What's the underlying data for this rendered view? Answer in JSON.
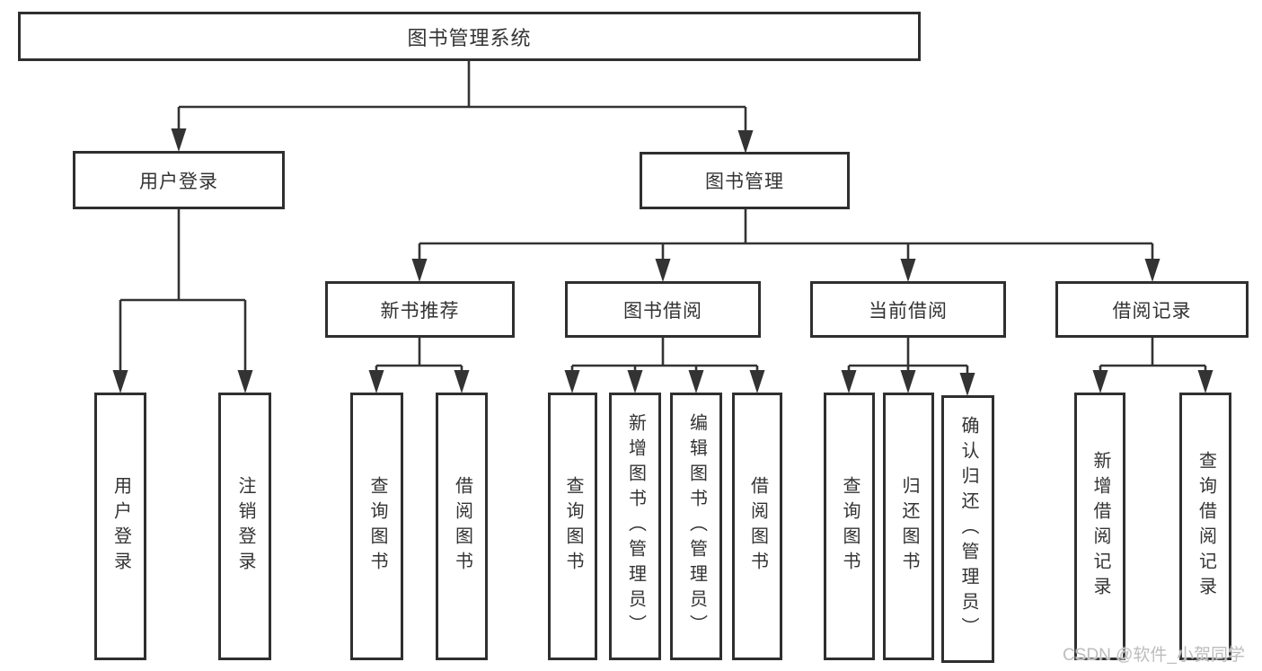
{
  "diagram": {
    "root": {
      "label": "图书管理系统"
    },
    "branches": [
      {
        "label": "用户登录",
        "children": [
          {
            "label": "用户登录"
          },
          {
            "label": "注销登录"
          }
        ]
      },
      {
        "label": "图书管理",
        "children": [
          {
            "label": "新书推荐",
            "children": [
              {
                "label": "查询图书"
              },
              {
                "label": "借阅图书"
              }
            ]
          },
          {
            "label": "图书借阅",
            "children": [
              {
                "label": "查询图书"
              },
              {
                "label": "新增图书（管理员）"
              },
              {
                "label": "编辑图书（管理员）"
              },
              {
                "label": "借阅图书"
              }
            ]
          },
          {
            "label": "当前借阅",
            "children": [
              {
                "label": "查询图书"
              },
              {
                "label": "归还图书"
              },
              {
                "label": "确认归还（管理员）"
              }
            ]
          },
          {
            "label": "借阅记录",
            "children": [
              {
                "label": "新增借阅记录"
              },
              {
                "label": "查询借阅记录"
              }
            ]
          }
        ]
      }
    ],
    "watermark": "CSDN @软件_小贺同学",
    "colors": {
      "line": "#333333",
      "box_border": "#2f2f2f",
      "box_fill": "#ffffff",
      "text": "#333333",
      "watermark": "#bdbdbd",
      "background": "#ffffff"
    }
  }
}
